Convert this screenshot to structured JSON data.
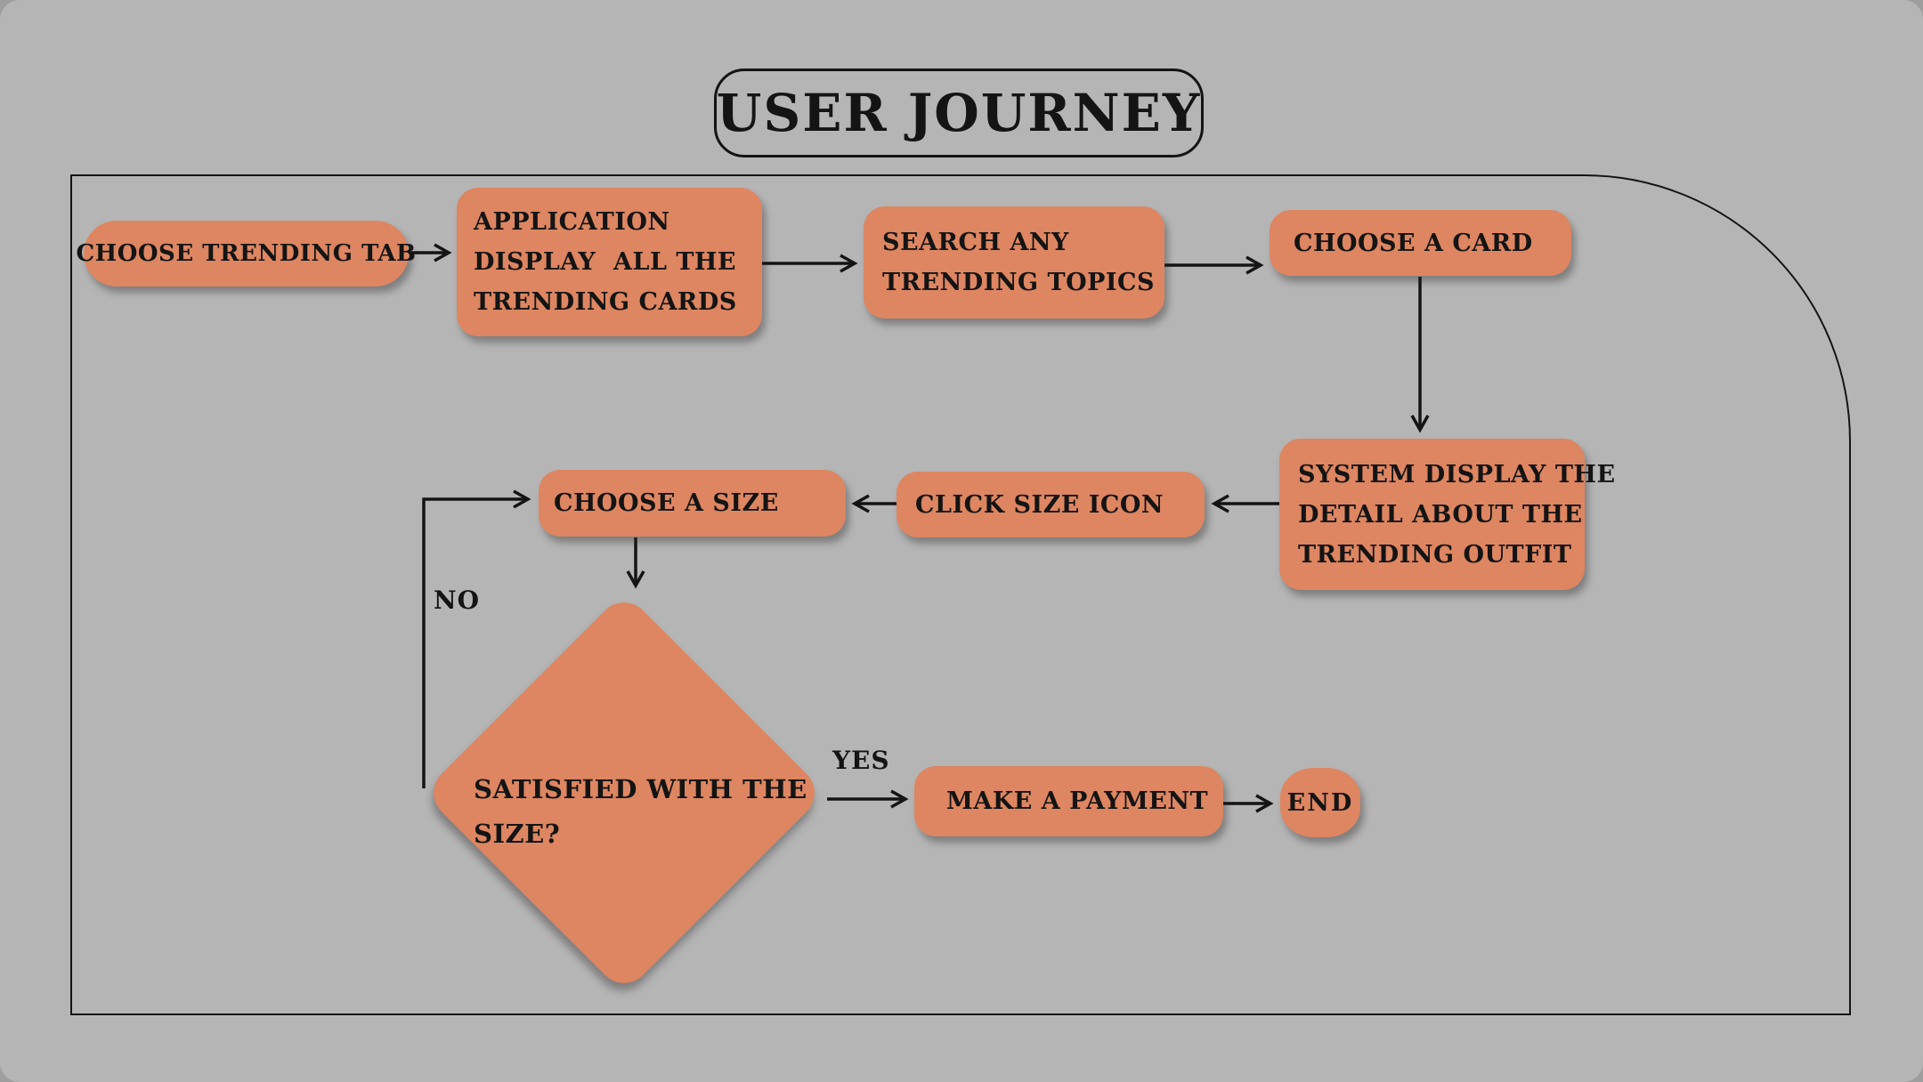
{
  "title": {
    "label": "USER JOURNEY"
  },
  "colors": {
    "canvas_background": "#b5b5b5",
    "page_edge": "#9e9e9e",
    "node_fill": "#dd8661",
    "stroke": "#141414",
    "text": "#141414"
  },
  "nodes": {
    "choose_trending_tab": {
      "shape": "pill",
      "label": "CHOOSE TRENDING TAB"
    },
    "application_display_cards": {
      "shape": "rounded-rect",
      "lines": [
        "APPLICATION",
        "DISPLAY  ALL THE",
        "TRENDING CARDS"
      ]
    },
    "search_trending_topics": {
      "shape": "rounded-rect",
      "lines": [
        "SEARCH ANY",
        "TRENDING TOPICS"
      ]
    },
    "choose_a_card": {
      "shape": "rounded-rect",
      "label": "CHOOSE A CARD"
    },
    "system_display_detail": {
      "shape": "rounded-rect",
      "lines": [
        "SYSTEM DISPLAY THE",
        "DETAIL ABOUT THE",
        "TRENDING OUTFIT"
      ]
    },
    "click_size_icon": {
      "shape": "rounded-rect",
      "label": "CLICK SIZE ICON"
    },
    "choose_a_size": {
      "shape": "rounded-rect",
      "label": "CHOOSE A SIZE"
    },
    "satisfied_with_size": {
      "shape": "diamond",
      "lines": [
        "SATISFIED WITH THE",
        "SIZE?"
      ]
    },
    "make_a_payment": {
      "shape": "rounded-rect",
      "label": "MAKE A PAYMENT"
    },
    "end": {
      "shape": "circle",
      "label": "END"
    }
  },
  "edge_labels": {
    "yes": "YES",
    "no": "NO"
  }
}
